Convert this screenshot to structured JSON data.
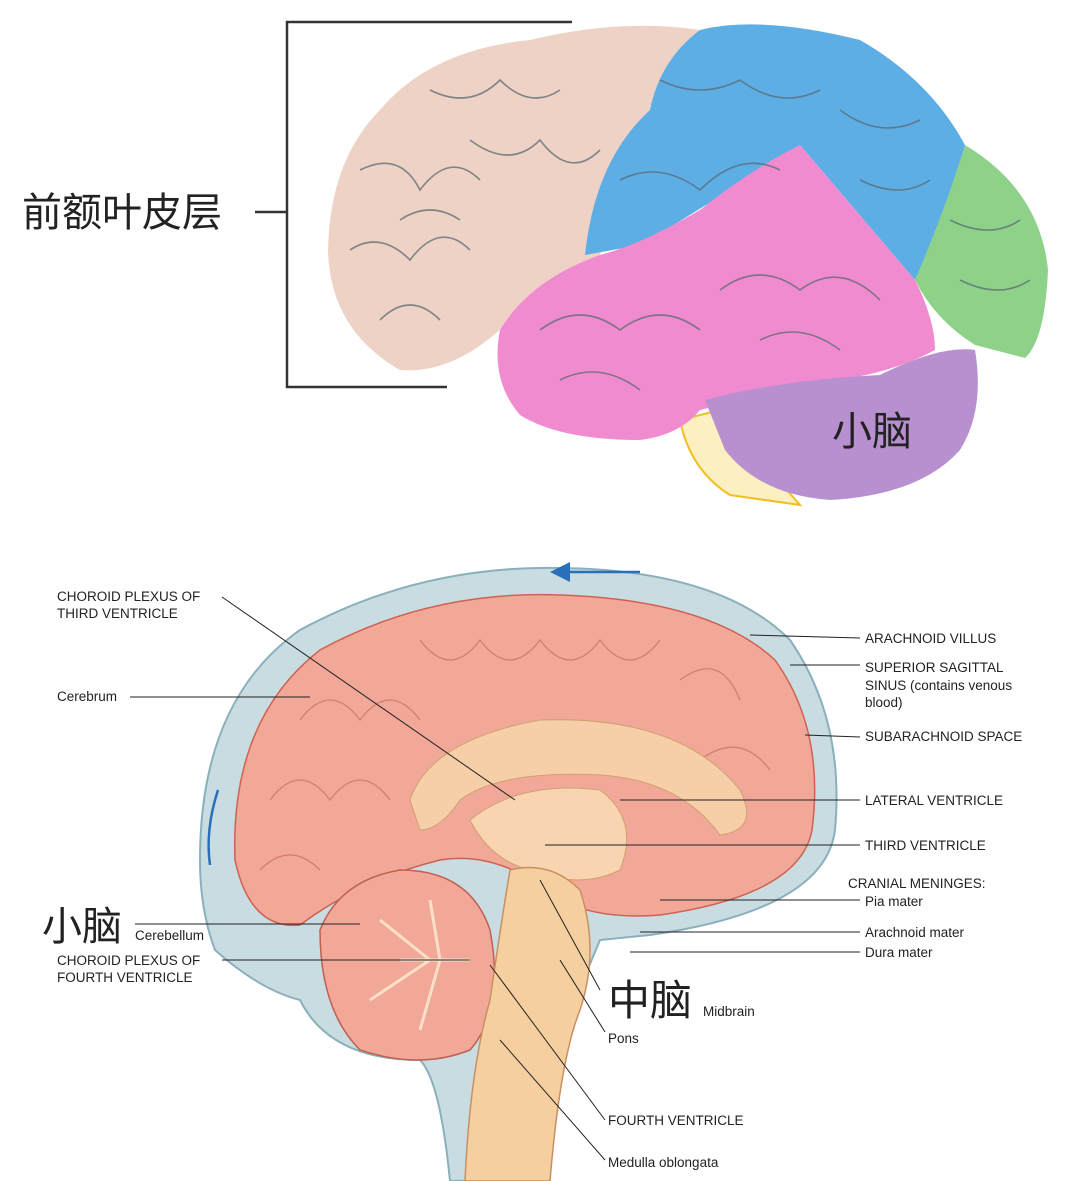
{
  "top_diagram": {
    "prefrontal_label": "前额叶皮层",
    "cerebellum_label": "小脑",
    "colors": {
      "frontal": "#efd2c6",
      "parietal": "#5eaee6",
      "temporal": "#f08bd0",
      "occipital": "#8ed28a",
      "cerebellum": "#b890d0",
      "brainstem": "#fcefc2"
    }
  },
  "bottom_diagram": {
    "left_labels": {
      "choroid_third": [
        "CHOROID PLEXUS OF",
        "THIRD VENTRICLE"
      ],
      "cerebrum": "Cerebrum",
      "cerebellum_cn": "小脑",
      "cerebellum": "Cerebellum",
      "choroid_fourth": [
        "CHOROID PLEXUS OF",
        "FOURTH VENTRICLE"
      ]
    },
    "right_labels": {
      "arachnoid_villus": "ARACHNOID VILLUS",
      "superior_sagittal": [
        "SUPERIOR SAGITTAL",
        "SINUS (contains venous",
        "blood)"
      ],
      "subarachnoid": "SUBARACHNOID SPACE",
      "lateral_ventricle": "LATERAL VENTRICLE",
      "third_ventricle": "THIRD VENTRICLE",
      "cranial_meninges": "CRANIAL MENINGES:",
      "pia_mater": "Pia mater",
      "arachnoid_mater": "Arachnoid mater",
      "dura_mater": "Dura mater"
    },
    "bottom_labels": {
      "midbrain_cn": "中脑",
      "midbrain": "Midbrain",
      "pons": "Pons",
      "fourth_ventricle": "FOURTH VENTRICLE",
      "medulla": "Medulla oblongata"
    }
  }
}
